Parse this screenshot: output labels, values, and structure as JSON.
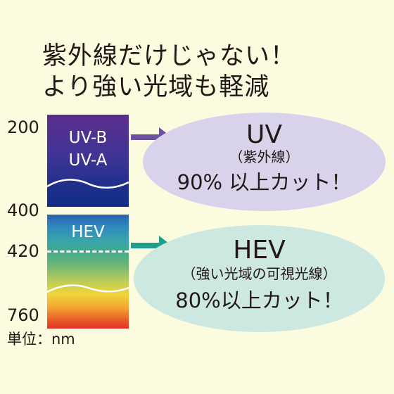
{
  "headline": {
    "line1": "紫外線だけじゃない！",
    "line2": "より強い光域も軽減"
  },
  "scale": {
    "ticks": [
      "200",
      "400",
      "420",
      "760"
    ],
    "unit": "単位：nm"
  },
  "bands": {
    "uv_labels": [
      "UV-B",
      "UV-A"
    ],
    "hev_label": "HEV"
  },
  "callouts": [
    {
      "title": "UV",
      "subtitle": "（紫外線）",
      "cut": "90% 以上カット！",
      "fill_color": "#d8d3ea",
      "arrow_color": "#6f4fa0"
    },
    {
      "title": "HEV",
      "subtitle": "（強い光域の可視光線）",
      "cut": "80%以上カット！",
      "fill_color": "#cce8e0",
      "arrow_color": "#1f9e8c"
    }
  ]
}
